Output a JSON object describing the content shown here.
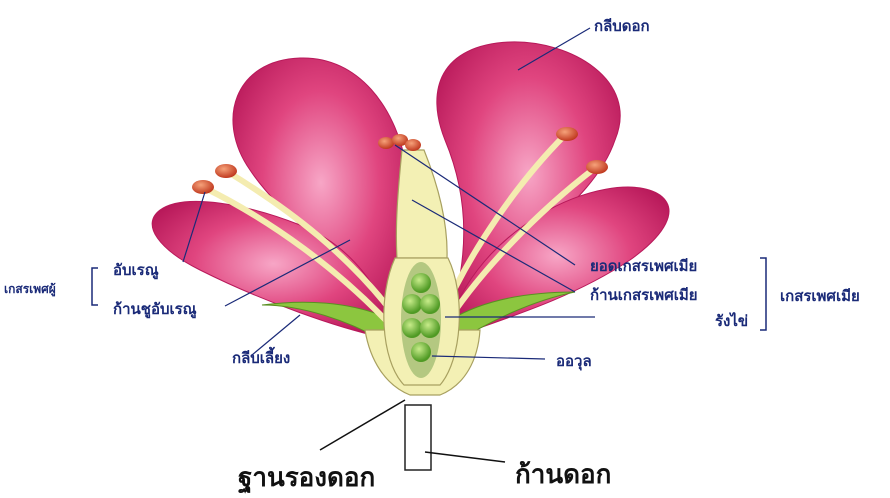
{
  "labels": {
    "petal": "กลีบดอก",
    "anther": "อับเรณู",
    "filament": "ก้านชูอับเรณู",
    "stamen_group": "เกสรเพศผู้",
    "sepal": "กลีบเลี้ยง",
    "stigma": "ยอดเกสรเพศเมีย",
    "style": "ก้านเกสรเพศเมีย",
    "ovary": "รังไข่",
    "ovule": "ออวุล",
    "pistil_group": "เกสรเพศเมีย",
    "receptacle": "ฐานรองดอก",
    "pedicel": "ก้านดอก"
  },
  "colors": {
    "petal": "#e0457f",
    "petal_light": "#f27aa8",
    "petal_dark": "#b8195a",
    "pistil": "#f3f0b4",
    "ovule": "#7bbf3e",
    "anther": "#d9543a",
    "sepal": "#8cc63f",
    "label_text": "#1a2a78"
  }
}
